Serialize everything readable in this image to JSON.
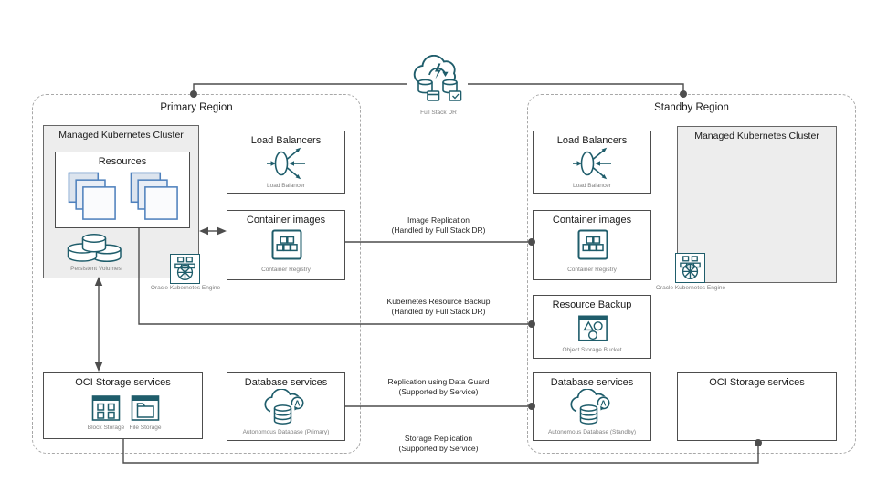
{
  "colors": {
    "icon_teal": "#1f5d6b",
    "resource_blue": "#4f81bd",
    "connector_gray": "#4d4d4d",
    "cluster_fill": "#ededed",
    "region_dash": "#a8a8a8"
  },
  "top": {
    "full_stack_dr_label": "Full Stack DR"
  },
  "primary": {
    "title": "Primary Region",
    "cluster_title": "Managed Kubernetes Cluster",
    "resources_title": "Resources",
    "persistent_volumes_label": "Persistent Volumes",
    "oke_label": "Oracle Kubernetes Engine",
    "load_balancers": {
      "title": "Load Balancers",
      "icon_label": "Load Balancer"
    },
    "container_images": {
      "title": "Container images",
      "icon_label": "Container Registry"
    },
    "storage": {
      "title": "OCI Storage services",
      "block_label": "Block Storage",
      "file_label": "File Storage"
    },
    "database": {
      "title": "Database services",
      "icon_label": "Autonomous Database (Primary)"
    }
  },
  "standby": {
    "title": "Standby Region",
    "cluster_title": "Managed Kubernetes Cluster",
    "oke_label": "Oracle Kubernetes Engine",
    "load_balancers": {
      "title": "Load Balancers",
      "icon_label": "Load Balancer"
    },
    "container_images": {
      "title": "Container images",
      "icon_label": "Container Registry"
    },
    "resource_backup": {
      "title": "Resource Backup",
      "icon_label": "Object Storage Bucket"
    },
    "database": {
      "title": "Database services",
      "icon_label": "Autonomous Database (Standby)"
    },
    "storage": {
      "title": "OCI Storage services"
    }
  },
  "connections": {
    "image_replication": {
      "line1": "Image Replication",
      "line2": "(Handled by Full Stack DR)"
    },
    "kubernetes_backup": {
      "line1": "Kubernetes Resource Backup",
      "line2": "(Handled by Full Stack DR)"
    },
    "data_guard": {
      "line1": "Replication using Data Guard",
      "line2": "(Supported by Service)"
    },
    "storage_replication": {
      "line1": "Storage Replication",
      "line2": "(Supported by Service)"
    }
  },
  "icons": {
    "full_stack_dr": "cloud-with-sync-databases",
    "load_balancer": "ellipse-with-branching-arrows",
    "container_registry": "stacked-boxes-in-frame",
    "oracle_kubernetes_engine": "ship-helm-with-containers",
    "persistent_volumes": "stacked-cylinders",
    "block_storage": "window-with-four-blocks",
    "file_storage": "window-with-folder",
    "autonomous_database": "cloud-database-with-a-badge",
    "object_storage_bucket": "frame-with-triangle-and-circles",
    "resources": "stacked-squares"
  }
}
